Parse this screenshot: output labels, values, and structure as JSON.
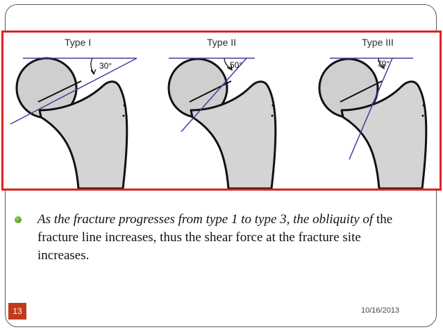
{
  "figure": {
    "types": [
      {
        "label": "Type I",
        "angle": "30°"
      },
      {
        "label": "Type II",
        "angle": "50°"
      },
      {
        "label": "Type III",
        "angle": "70°"
      }
    ],
    "accent_color": "#e02020",
    "line_color": "#3b3f9a"
  },
  "bullet": {
    "italic_part": "As the fracture progresses from type 1 to type 3, the obliquity of",
    "regular_part": " the fracture  line increases, thus the shear force at the  fracture site increases."
  },
  "footer": {
    "slide_number": "13",
    "date": "10/16/2013"
  }
}
